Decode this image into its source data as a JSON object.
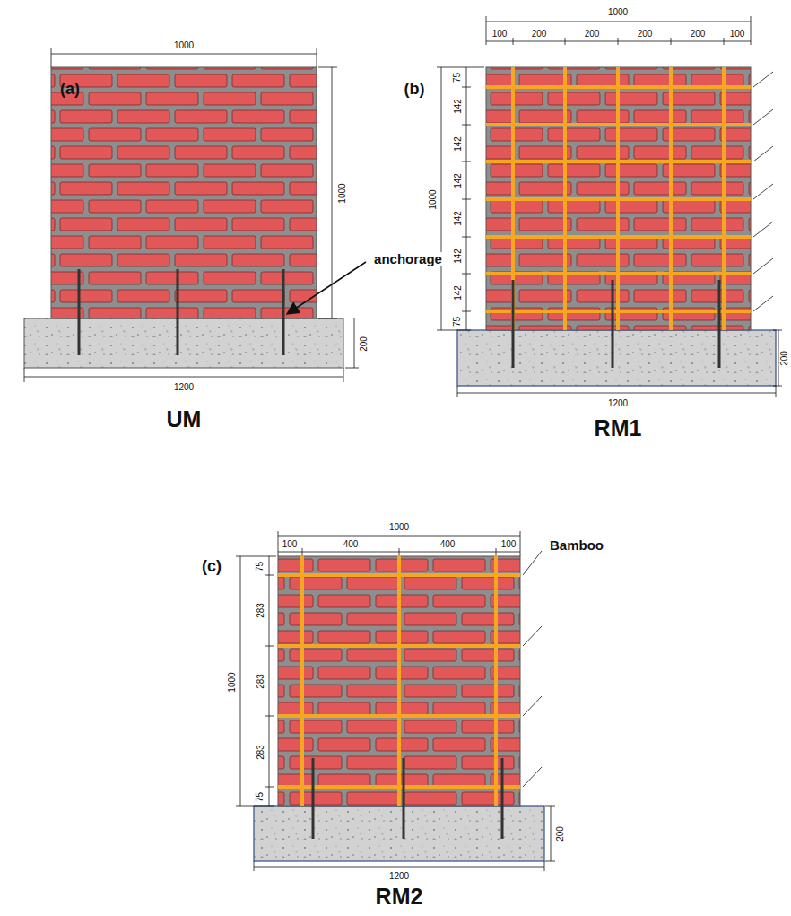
{
  "diagram": {
    "labels": [
      "(a)",
      "1000",
      "1000",
      "anchorage",
      "200",
      "1200",
      "UM",
      "(b)",
      "1000",
      "100",
      "200",
      "200",
      "200",
      "200",
      "100",
      "1000",
      "75",
      "142",
      "142",
      "142",
      "142",
      "142",
      "142",
      "75",
      "200",
      "1200",
      "RM1",
      "(c)",
      "1000",
      "100",
      "400",
      "400",
      "100",
      "1000",
      "75",
      "283",
      "283",
      "283",
      "75",
      "Bamboo",
      "200",
      "1200",
      "RM2"
    ]
  }
}
